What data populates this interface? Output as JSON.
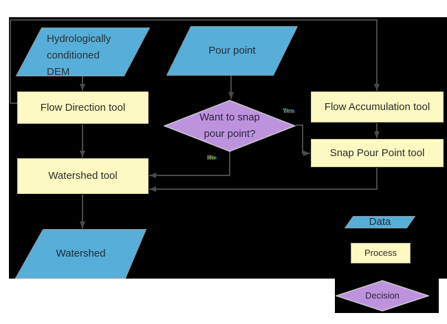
{
  "diagram": {
    "description": "Watershed delineation flowchart",
    "nodes": {
      "dem": {
        "type": "data",
        "label_lines": [
          "Hydrologically",
          "conditioned",
          "DEM"
        ]
      },
      "pour_point": {
        "type": "data",
        "label": "Pour point"
      },
      "flow_direction": {
        "type": "process",
        "label": "Flow Direction tool"
      },
      "flow_accumulation": {
        "type": "process",
        "label": "Flow Accumulation tool"
      },
      "snap_pour_point": {
        "type": "process",
        "label": "Snap Pour Point tool"
      },
      "decision": {
        "type": "decision",
        "label_lines": [
          "Want to snap",
          "pour point?"
        ]
      },
      "watershed_tool": {
        "type": "process",
        "label": "Watershed tool"
      },
      "watershed": {
        "type": "data",
        "label": "Watershed"
      }
    },
    "edge_labels": {
      "yes": "Yes",
      "no": "No"
    },
    "legend": {
      "data_label": "Data",
      "process_label": "Process",
      "decision_label": "Decision"
    },
    "colors": {
      "background": "#000000",
      "page": "#ffffff",
      "data_fill": "#57aed8",
      "process_fill": "#fcf9c2",
      "decision_fill": "#bd93de",
      "connector": "#4a4a4a",
      "text": "#2b2b2b"
    }
  }
}
